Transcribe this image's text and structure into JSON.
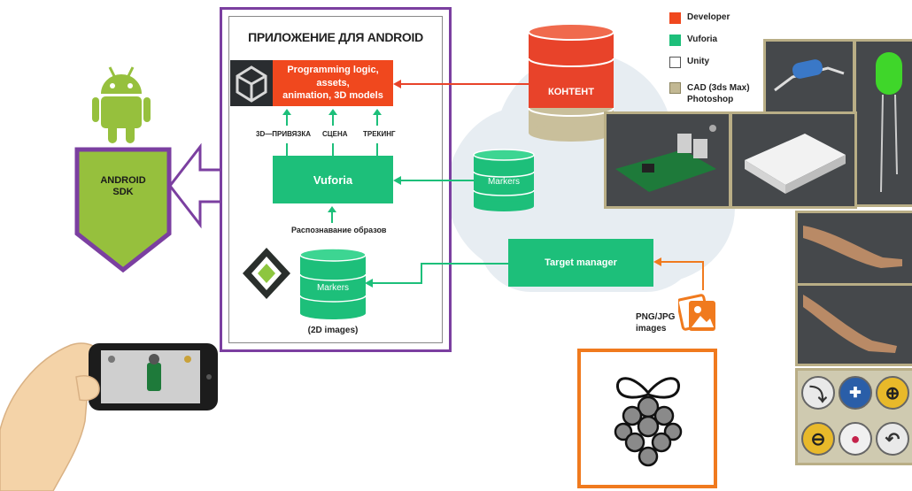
{
  "android": {
    "sdk_line1": "ANDROID",
    "sdk_line2": "SDK"
  },
  "app": {
    "title": "ПРИЛОЖЕНИЕ ДЛЯ ANDROID",
    "programming_line1": "Programming logic, assets,",
    "programming_line2": "animation, 3D models",
    "label_ar": "3D—ПРИВЯЗКА",
    "label_scene": "СЦЕНА",
    "label_tracking": "ТРЕКИНГ",
    "vuforia": "Vuforia",
    "recognition": "Распознавание образов",
    "markers": "Markers",
    "images_2d": "(2D images)"
  },
  "cloud": {
    "content": "КОНТЕНТ",
    "markers": "Markers",
    "target_manager": "Target manager"
  },
  "legend": [
    {
      "label": "Developer",
      "color": "#f0481e"
    },
    {
      "label": "Vuforia",
      "color": "#1dbf7a"
    },
    {
      "label": "Unity",
      "color": "#ffffff"
    },
    {
      "label": "CAD (3ds Max)",
      "label2": "Photoshop",
      "color": "#c2b893"
    }
  ],
  "png_label_line1": "PNG/JPG",
  "png_label_line2": "images",
  "colors": {
    "developer": "#f0481e",
    "vuforia": "#1dbf7a",
    "purple_frame": "#7b3fa0",
    "android_green": "#96c03d",
    "orange_frame": "#f07a1e",
    "cad_border": "#b9ae86"
  }
}
